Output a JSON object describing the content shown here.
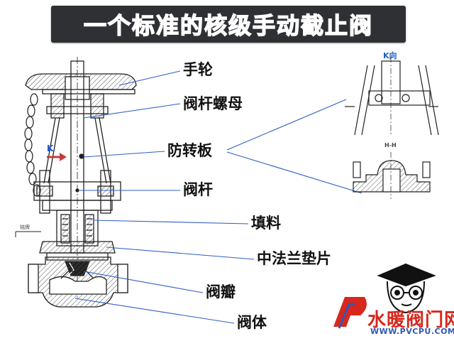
{
  "title": "一个标准的核级手动截止阀",
  "labels": {
    "handwheel": "手轮",
    "stem_nut": "阀杆螺母",
    "anti_rotation_plate": "防转板",
    "stem": "阀杆",
    "packing": "填料",
    "flange_gasket": "中法兰垫片",
    "disc": "阀瓣",
    "body": "阀体"
  },
  "view_labels": {
    "k_view": "K向",
    "k_arrow": "K",
    "h_section": "H-H"
  },
  "watermark": {
    "name": "水暖阀门网",
    "url": "WWW.PVCPU.COM"
  },
  "colors": {
    "leader": "#2f5fc4",
    "drawing": "#222222",
    "hatch": "#555555",
    "brand_red": "#d8271c"
  }
}
